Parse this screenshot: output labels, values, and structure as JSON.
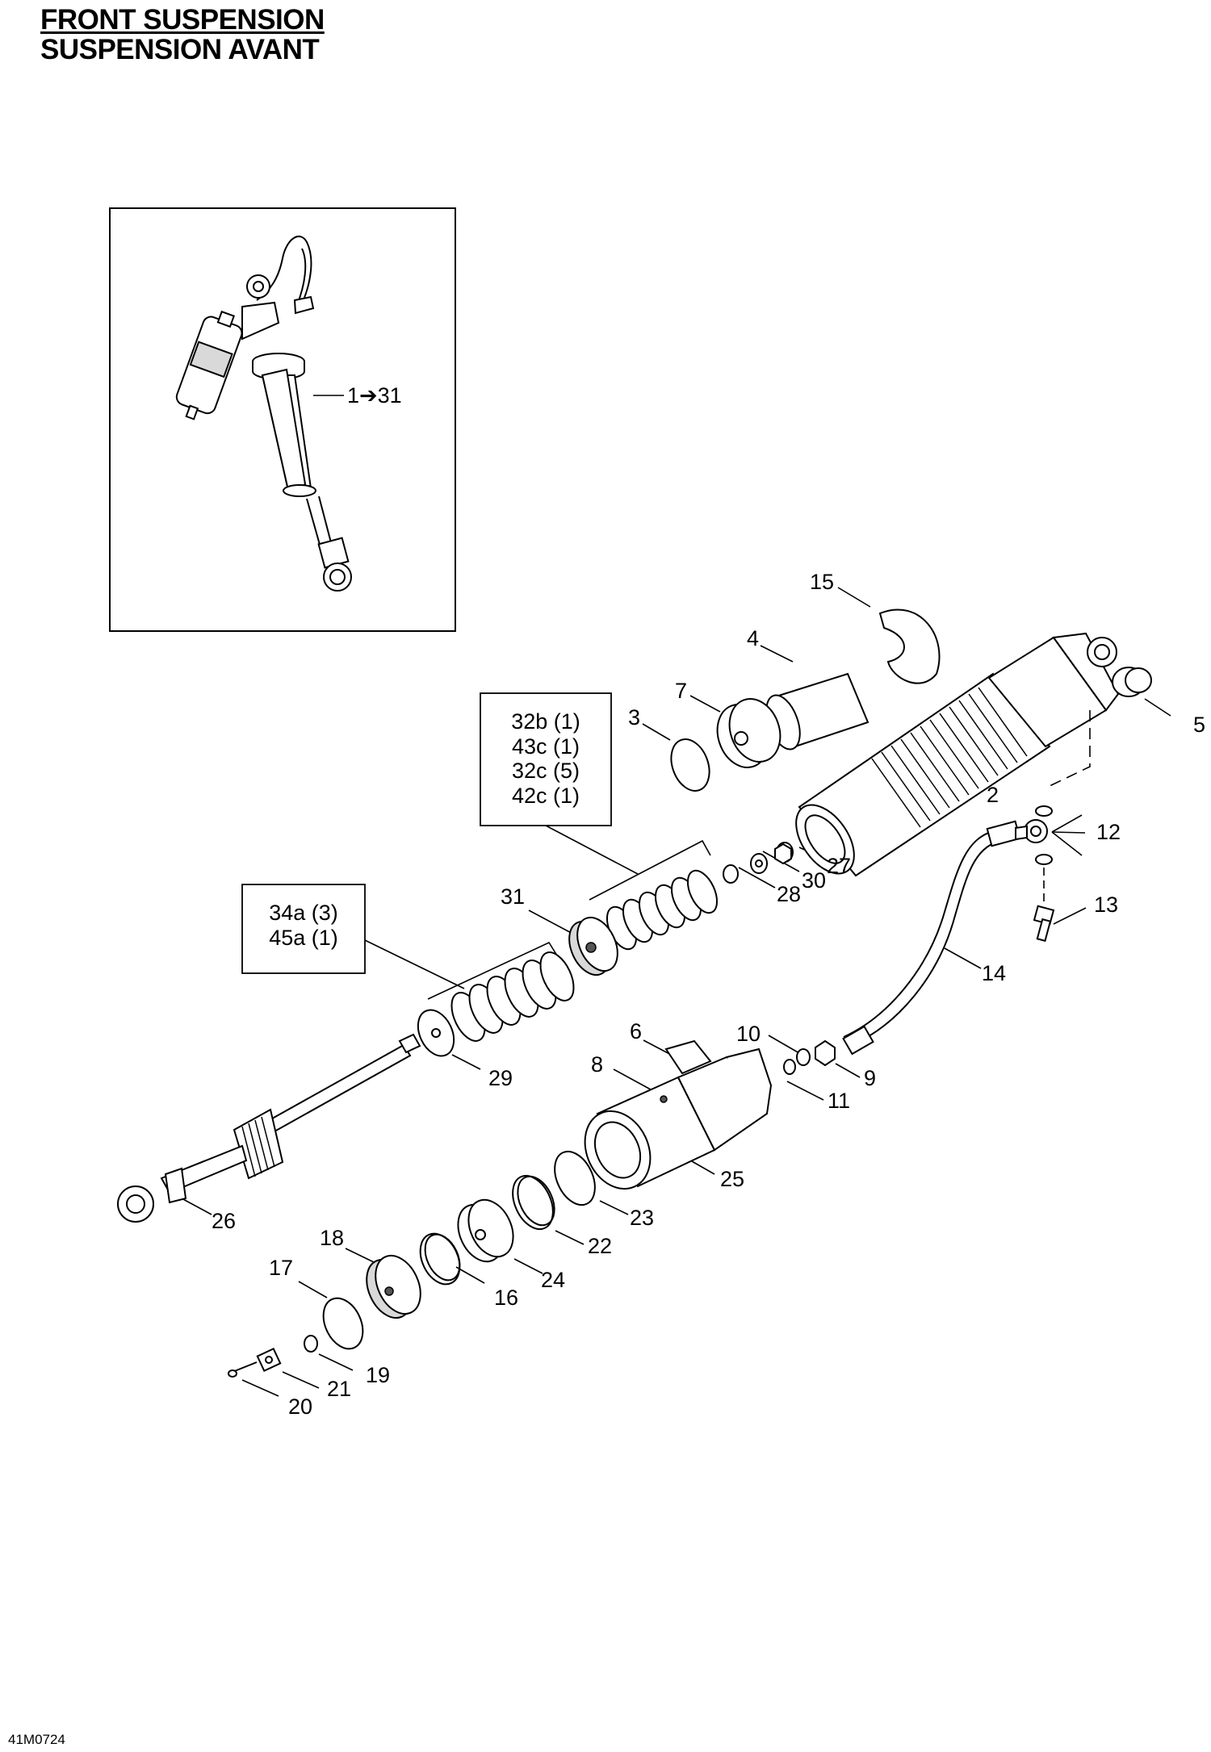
{
  "header": {
    "title_en": "FRONT SUSPENSION",
    "title_fr": "SUSPENSION AVANT"
  },
  "inset": {
    "label": "1➔31"
  },
  "kit_boxes": [
    {
      "lines": [
        "32b (1)",
        "43c (1)",
        "32c (5)",
        "42c (1)"
      ]
    },
    {
      "lines": [
        "34a (3)",
        "45a (1)"
      ]
    }
  ],
  "callouts": [
    {
      "id": "2",
      "text": "2"
    },
    {
      "id": "3",
      "text": "3"
    },
    {
      "id": "4",
      "text": "4"
    },
    {
      "id": "5",
      "text": "5"
    },
    {
      "id": "6",
      "text": "6"
    },
    {
      "id": "7",
      "text": "7"
    },
    {
      "id": "8",
      "text": "8"
    },
    {
      "id": "9",
      "text": "9"
    },
    {
      "id": "10",
      "text": "10"
    },
    {
      "id": "11",
      "text": "11"
    },
    {
      "id": "12",
      "text": "12"
    },
    {
      "id": "13",
      "text": "13"
    },
    {
      "id": "14",
      "text": "14"
    },
    {
      "id": "15",
      "text": "15"
    },
    {
      "id": "16",
      "text": "16"
    },
    {
      "id": "17",
      "text": "17"
    },
    {
      "id": "18",
      "text": "18"
    },
    {
      "id": "19",
      "text": "19"
    },
    {
      "id": "20",
      "text": "20"
    },
    {
      "id": "21",
      "text": "21"
    },
    {
      "id": "22",
      "text": "22"
    },
    {
      "id": "23",
      "text": "23"
    },
    {
      "id": "24",
      "text": "24"
    },
    {
      "id": "25",
      "text": "25"
    },
    {
      "id": "26",
      "text": "26"
    },
    {
      "id": "27",
      "text": "27"
    },
    {
      "id": "28",
      "text": "28"
    },
    {
      "id": "29",
      "text": "29"
    },
    {
      "id": "30",
      "text": "30"
    },
    {
      "id": "31",
      "text": "31"
    }
  ],
  "footer": {
    "ref_code": "41M0724"
  }
}
